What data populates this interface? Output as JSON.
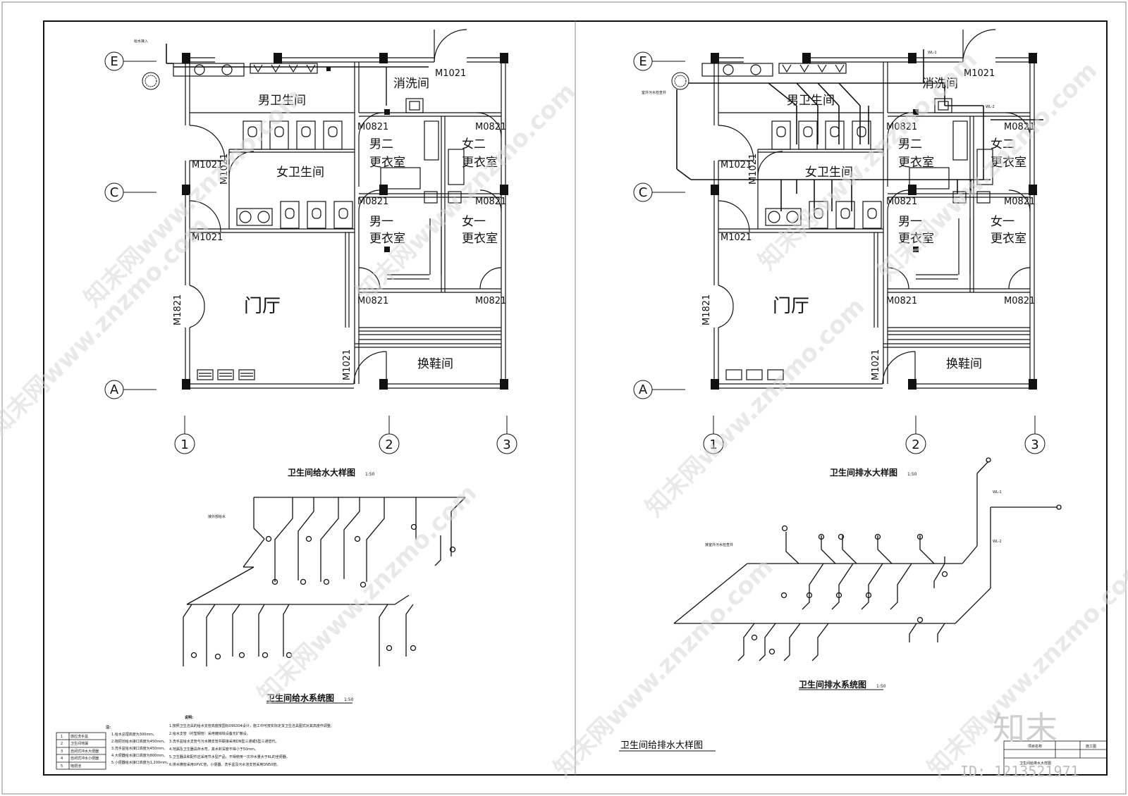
{
  "left_plan": {
    "supply_in_label": "给水接入",
    "rooms": {
      "wash": "消洗间",
      "men_wc": "男卫生间",
      "women_wc": "女卫生间",
      "men2": [
        "男二",
        "更衣室"
      ],
      "women2": [
        "女二",
        "更衣室"
      ],
      "men1": [
        "男一",
        "更衣室"
      ],
      "women1": [
        "女一",
        "更衣室"
      ],
      "hall": "门厅",
      "shoe": "换鞋间"
    },
    "doors": {
      "top": "M1021",
      "m0821_a": "M0821",
      "m0821_b": "M0821",
      "m1021_w1": "M1021",
      "m1021_v": "M1021",
      "m0821_c": "M0821",
      "m0821_d": "M0821",
      "m1021_w2": "M1021",
      "m1821": "M1821",
      "m0821_e": "M0821",
      "m0821_f": "M0821",
      "m1021_shoe": "M1021"
    }
  },
  "right_plan": {
    "sewer_label": "室外污水检查井",
    "pipe_tag_1": "WL-1",
    "pipe_tag_2": "WL-2"
  },
  "axes": {
    "e": "E",
    "c": "C",
    "a": "A",
    "n1": "1",
    "n2": "2",
    "n3": "3"
  },
  "titles": {
    "supply_detail": "卫生间给水大样图",
    "supply_detail_scale": "1:50",
    "supply_system": "卫生间给水系统图",
    "supply_system_scale": "1:50",
    "drain_detail": "卫生间排水大样图",
    "drain_detail_scale": "1:50",
    "drain_system": "卫生间排水系统图",
    "drain_system_scale": "1:50",
    "sheet_title": "卫生间给排水大样图"
  },
  "supply_system": {
    "wall_label": "接外部给水",
    "sewer_label": "接室外污水检查井"
  },
  "legend": {
    "title": "注:",
    "items": [
      {
        "num": "1",
        "name": "感应洗手盆"
      },
      {
        "num": "2",
        "name": "卫生间地漏"
      },
      {
        "num": "3",
        "name": "自闭式冲水大便器"
      },
      {
        "num": "4",
        "name": "自闭式冲水小便器"
      },
      {
        "num": "5",
        "name": "拖把池"
      }
    ],
    "notes_left": [
      "1.给水总埋高度为300mm。",
      "2.拖把池给水接口高度为450mm。",
      "3.洗手盆给水接口高度为450mm。",
      "4.大便器给水接口高度为800mm。",
      "5.小便器给水接口高度为1,200mm。"
    ],
    "notes_title": "说明:",
    "notes_right": [
      "1.按照卫生洁具的给水支管高度按国标09S304设计，施工中可按实际定货卫生洁具图式对其高度作调整。",
      "2.给水支管（衬塑钢管）采用镀锌铁设备无扩散设。",
      "3.洗手盆给水支管与污水横支管并联接采用DN型三通或S型三通替代。",
      "4.地漏及卫生器具存水弯，其水封深度不得小于50mm。",
      "5.卫生器具和配件应采用节水型产品，不得使用一次冲水量大于6L的坐便器。",
      "6.排水横管采用UPVC管，小便器、洗手盆及污水池支管采用DN50管。"
    ]
  },
  "title_block": {
    "project": "项目名称",
    "stage": "施工图",
    "drawing": "卫生间给排水大样图"
  },
  "watermark": {
    "text": "知末网www.znzmo.com",
    "brand": "知末",
    "id": "ID: 1213521971"
  }
}
